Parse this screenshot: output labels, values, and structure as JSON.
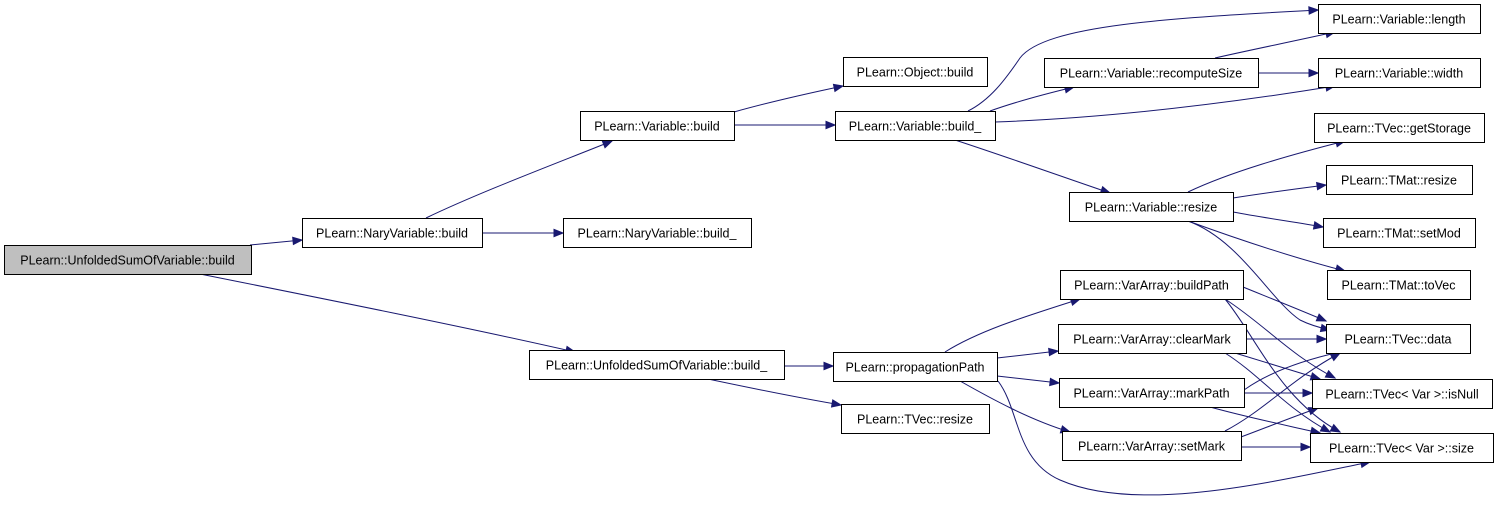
{
  "nodes": {
    "ufsv_build": "PLearn::UnfoldedSumOfVariable::build",
    "nary_build": "PLearn::NaryVariable::build",
    "nary_build_": "PLearn::NaryVariable::build_",
    "var_build": "PLearn::Variable::build",
    "obj_build": "PLearn::Object::build",
    "var_build_": "PLearn::Variable::build_",
    "var_recompute": "PLearn::Variable::recomputeSize",
    "var_length": "PLearn::Variable::length",
    "var_width": "PLearn::Variable::width",
    "var_resize": "PLearn::Variable::resize",
    "tvec_storage": "PLearn::TVec::getStorage",
    "tmat_resize": "PLearn::TMat::resize",
    "tmat_setmod": "PLearn::TMat::setMod",
    "tmat_tovec": "PLearn::TMat::toVec",
    "ufsv_build_": "PLearn::UnfoldedSumOfVariable::build_",
    "prop_path": "PLearn::propagationPath",
    "tvec_resize": "PLearn::TVec::resize",
    "va_buildpath": "PLearn::VarArray::buildPath",
    "va_clearmark": "PLearn::VarArray::clearMark",
    "va_markpath": "PLearn::VarArray::markPath",
    "va_setmark": "PLearn::VarArray::setMark",
    "tvec_data": "PLearn::TVec::data",
    "tvec_isnull": "PLearn::TVec< Var >::isNull",
    "tvec_size": "PLearn::TVec< Var >::size"
  },
  "edges": [
    [
      "ufsv_build",
      "nary_build"
    ],
    [
      "ufsv_build",
      "ufsv_build_"
    ],
    [
      "nary_build",
      "var_build"
    ],
    [
      "nary_build",
      "nary_build_"
    ],
    [
      "var_build",
      "obj_build"
    ],
    [
      "var_build",
      "var_build_"
    ],
    [
      "var_build_",
      "var_length"
    ],
    [
      "var_build_",
      "var_recompute"
    ],
    [
      "var_build_",
      "var_width"
    ],
    [
      "var_build_",
      "var_resize"
    ],
    [
      "var_recompute",
      "var_length"
    ],
    [
      "var_recompute",
      "var_width"
    ],
    [
      "var_resize",
      "tvec_storage"
    ],
    [
      "var_resize",
      "tmat_resize"
    ],
    [
      "var_resize",
      "tmat_setmod"
    ],
    [
      "var_resize",
      "tmat_tovec"
    ],
    [
      "var_resize",
      "tvec_data"
    ],
    [
      "ufsv_build_",
      "prop_path"
    ],
    [
      "ufsv_build_",
      "tvec_resize"
    ],
    [
      "prop_path",
      "va_buildpath"
    ],
    [
      "prop_path",
      "va_clearmark"
    ],
    [
      "prop_path",
      "va_markpath"
    ],
    [
      "prop_path",
      "va_setmark"
    ],
    [
      "prop_path",
      "tvec_size"
    ],
    [
      "va_buildpath",
      "tvec_data"
    ],
    [
      "va_buildpath",
      "tvec_isnull"
    ],
    [
      "va_buildpath",
      "tvec_size"
    ],
    [
      "va_clearmark",
      "tvec_data"
    ],
    [
      "va_clearmark",
      "tvec_isnull"
    ],
    [
      "va_clearmark",
      "tvec_size"
    ],
    [
      "va_markpath",
      "tvec_data"
    ],
    [
      "va_markpath",
      "tvec_isnull"
    ],
    [
      "va_markpath",
      "tvec_size"
    ],
    [
      "va_setmark",
      "tvec_data"
    ],
    [
      "va_setmark",
      "tvec_isnull"
    ],
    [
      "va_setmark",
      "tvec_size"
    ]
  ],
  "colors": {
    "edge": "#191970",
    "root_fill": "#bfbfbf",
    "node_fill": "#ffffff",
    "node_border": "#000000"
  }
}
